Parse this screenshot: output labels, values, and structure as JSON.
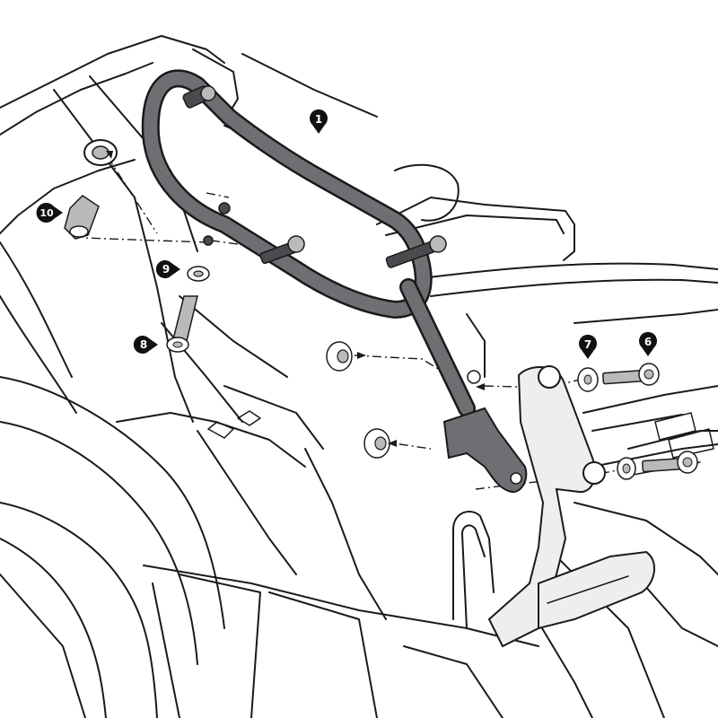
{
  "colors": {
    "line": "#1a1a1a",
    "part_fill": "#6e6f72",
    "part_dark": "#4a4b4e",
    "part_light": "#b9babc",
    "bracket_fill": "#eeeeee",
    "callout_bg": "#111111",
    "callout_text": "#ffffff"
  },
  "callouts": [
    {
      "id": "c1",
      "label": "1"
    },
    {
      "id": "c6",
      "label": "6"
    },
    {
      "id": "c7",
      "label": "7"
    },
    {
      "id": "c8",
      "label": "8"
    },
    {
      "id": "c9",
      "label": "9"
    },
    {
      "id": "c10",
      "label": "10"
    }
  ]
}
